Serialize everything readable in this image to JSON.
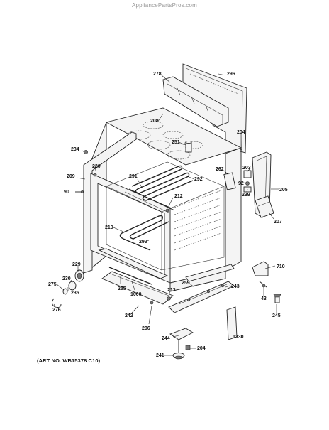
{
  "watermark": "AppliancePartsPros.com",
  "art_number": "(ART NO. WB15378 C10)",
  "callouts": [
    {
      "id": "c278",
      "label": "278"
    },
    {
      "id": "c296",
      "label": "296"
    },
    {
      "id": "c208",
      "label": "208"
    },
    {
      "id": "c204a",
      "label": "204"
    },
    {
      "id": "c251",
      "label": "251"
    },
    {
      "id": "c234",
      "label": "234"
    },
    {
      "id": "c220",
      "label": "220"
    },
    {
      "id": "c209",
      "label": "209"
    },
    {
      "id": "c291",
      "label": "291"
    },
    {
      "id": "c292",
      "label": "292"
    },
    {
      "id": "c262",
      "label": "262"
    },
    {
      "id": "c203",
      "label": "203"
    },
    {
      "id": "c92",
      "label": "92"
    },
    {
      "id": "c239",
      "label": "239"
    },
    {
      "id": "c205",
      "label": "205"
    },
    {
      "id": "c90",
      "label": "90"
    },
    {
      "id": "c212",
      "label": "212"
    },
    {
      "id": "c207",
      "label": "207"
    },
    {
      "id": "c210",
      "label": "210"
    },
    {
      "id": "c290",
      "label": "290"
    },
    {
      "id": "c229",
      "label": "229"
    },
    {
      "id": "c230",
      "label": "230"
    },
    {
      "id": "c275",
      "label": "275"
    },
    {
      "id": "c235",
      "label": "235"
    },
    {
      "id": "c276",
      "label": "276"
    },
    {
      "id": "c255",
      "label": "255"
    },
    {
      "id": "c1000",
      "label": "1000"
    },
    {
      "id": "c242",
      "label": "242"
    },
    {
      "id": "c206",
      "label": "206"
    },
    {
      "id": "c213",
      "label": "213"
    },
    {
      "id": "c259",
      "label": "259"
    },
    {
      "id": "c243",
      "label": "243"
    },
    {
      "id": "c710",
      "label": "710"
    },
    {
      "id": "c43",
      "label": "43"
    },
    {
      "id": "c245",
      "label": "245"
    },
    {
      "id": "c1330",
      "label": "1330"
    },
    {
      "id": "c244",
      "label": "244"
    },
    {
      "id": "c204b",
      "label": "204"
    },
    {
      "id": "c241",
      "label": "241"
    }
  ]
}
